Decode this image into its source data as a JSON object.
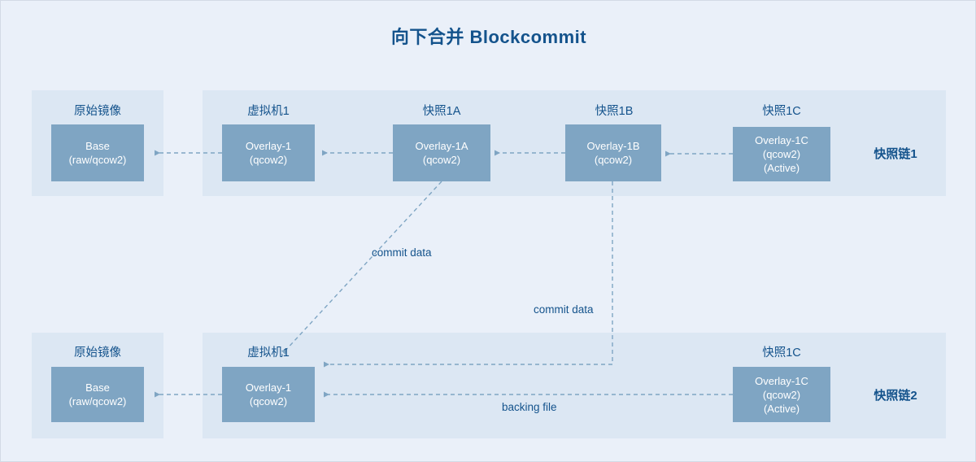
{
  "title": "向下合并 Blockcommit",
  "colors": {
    "background": "#eaf0f9",
    "panel": "#dce7f3",
    "node": "#7fa5c3",
    "node_text": "#ffffff",
    "accent_text": "#14538c",
    "edge": "#7fa5c3"
  },
  "chains": [
    {
      "id": "chain-1",
      "chain_label": "快照链1",
      "groups": [
        {
          "id": "original-image-top",
          "label": "原始镜像",
          "node": {
            "name": "base-top",
            "lines": [
              "Base",
              "(raw/qcow2)"
            ]
          }
        },
        {
          "id": "vm1-top",
          "label": "虚拟机1",
          "node": {
            "name": "overlay-1-top",
            "lines": [
              "Overlay-1",
              "(qcow2)"
            ]
          }
        },
        {
          "id": "snapshot-1a",
          "label": "快照1A",
          "node": {
            "name": "overlay-1a",
            "lines": [
              "Overlay-1A",
              "(qcow2)"
            ]
          }
        },
        {
          "id": "snapshot-1b",
          "label": "快照1B",
          "node": {
            "name": "overlay-1b",
            "lines": [
              "Overlay-1B",
              "(qcow2)"
            ]
          }
        },
        {
          "id": "snapshot-1c-top",
          "label": "快照1C",
          "node": {
            "name": "overlay-1c-top",
            "lines": [
              "Overlay-1C",
              "(qcow2)",
              "(Active)"
            ]
          }
        }
      ]
    },
    {
      "id": "chain-2",
      "chain_label": "快照链2",
      "groups": [
        {
          "id": "original-image-bottom",
          "label": "原始镜像",
          "node": {
            "name": "base-bottom",
            "lines": [
              "Base",
              "(raw/qcow2)"
            ]
          }
        },
        {
          "id": "vm1-bottom",
          "label": "虚拟机1",
          "node": {
            "name": "overlay-1-bottom",
            "lines": [
              "Overlay-1",
              "(qcow2)"
            ]
          }
        },
        {
          "id": "snapshot-1c-bottom",
          "label": "快照1C",
          "node": {
            "name": "overlay-1c-bottom",
            "lines": [
              "Overlay-1C",
              "(qcow2)",
              "(Active)"
            ]
          }
        }
      ]
    }
  ],
  "edge_labels": {
    "commit_data_1": "commit data",
    "commit_data_2": "commit data",
    "backing_file": "backing file"
  }
}
